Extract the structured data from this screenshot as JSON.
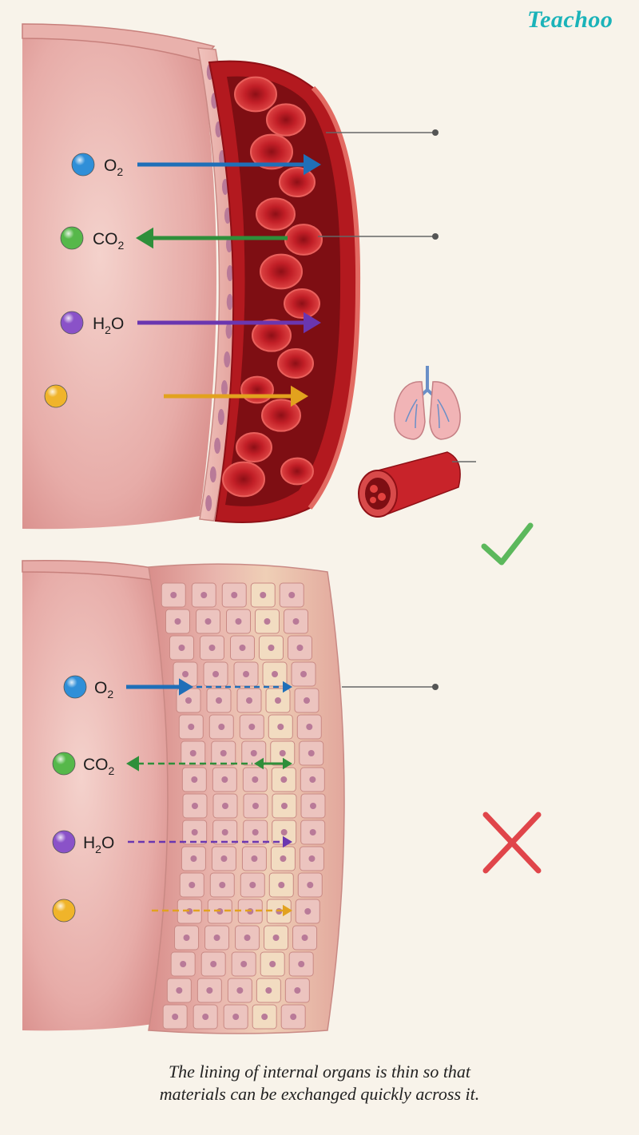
{
  "brand": "Teachoo",
  "caption": {
    "line1": "The lining of internal organs is thin so that",
    "line2": "materials can be exchanged quickly across it."
  },
  "thin_panel": {
    "status_icon": "check-mark-icon",
    "molecules": [
      {
        "id": "o2",
        "base": "O",
        "sub": "2",
        "tail": "",
        "color": "#2f8fd8",
        "arrow": "#1f6fb8",
        "dir": "in"
      },
      {
        "id": "co2",
        "base": "CO",
        "sub": "2",
        "tail": "",
        "color": "#56b84a",
        "arrow": "#2e8f3a",
        "dir": "out"
      },
      {
        "id": "h2o",
        "base": "H",
        "sub": "2",
        "tail": "O",
        "color": "#8a52c8",
        "arrow": "#6a36b0",
        "dir": "in"
      },
      {
        "id": "nutrient",
        "base": "",
        "sub": "",
        "tail": "",
        "color": "#f0b42a",
        "arrow": "#e2a21e",
        "dir": "in"
      }
    ]
  },
  "thick_panel": {
    "status_icon": "cross-mark-icon",
    "molecules": [
      {
        "id": "o2",
        "base": "O",
        "sub": "2",
        "tail": "",
        "color": "#2f8fd8",
        "arrow": "#1f6fb8"
      },
      {
        "id": "co2",
        "base": "CO",
        "sub": "2",
        "tail": "",
        "color": "#56b84a",
        "arrow": "#2e8f3a"
      },
      {
        "id": "h2o",
        "base": "H",
        "sub": "2",
        "tail": "O",
        "color": "#8a52c8",
        "arrow": "#6a36b0"
      },
      {
        "id": "nutrient",
        "base": "",
        "sub": "",
        "tail": "",
        "color": "#f0b42a",
        "arrow": "#e2a21e"
      }
    ]
  },
  "inset_icons": [
    "lungs-icon",
    "blood-vessel-icon"
  ],
  "colors": {
    "tissue": "#e9b3b0",
    "wall": "#e59a95",
    "blood": "#c8232a",
    "check": "#5cb85c",
    "cross": "#e0454a"
  }
}
